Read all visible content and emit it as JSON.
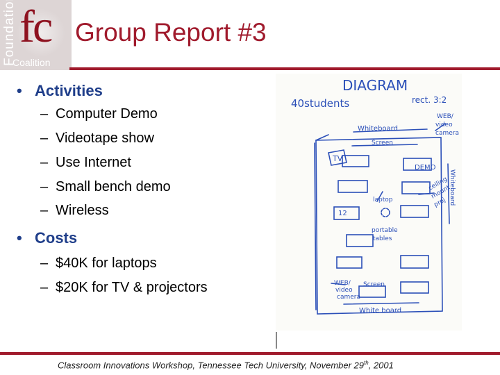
{
  "logo": {
    "vertical_text": "Foundation",
    "letters": "fc",
    "bottom_text": "Coalition",
    "icon": "foundation-coalition-logo"
  },
  "title": "Group Report #3",
  "activities": {
    "heading": "Activities",
    "items": [
      "Computer Demo",
      "Videotape show",
      "Use Internet",
      "Small bench demo",
      "Wireless"
    ]
  },
  "costs": {
    "heading": "Costs",
    "items": [
      "$40K for laptops",
      "$20K for TV & projectors"
    ]
  },
  "diagram": {
    "title": "DIAGRAM",
    "students": "40students",
    "ratio": "rect. 3:2",
    "top_board": "Whiteboard",
    "top_screen": "Screen",
    "web_camera_top": [
      "WEB/",
      "video",
      "camera"
    ],
    "tv": "TV",
    "demo": "DEMO",
    "right_board": "Whiteboard",
    "laptop": "laptop",
    "ceiling": [
      "ceiling",
      "mount",
      "proj"
    ],
    "portable": [
      "portable",
      "tables"
    ],
    "web_camera_bottom": [
      "WEB/",
      "video",
      "camera"
    ],
    "bottom_screen": "Screen",
    "bottom_board": "White board",
    "num_left": "12"
  },
  "footer": {
    "text_before": "Classroom Innovations Workshop, Tennessee Tech University, November 29",
    "sup": "th",
    "text_after": ", 2001"
  },
  "colors": {
    "accent": "#a01a2c",
    "bullet": "#1f3e8a",
    "ink": "#2b4fb8"
  }
}
